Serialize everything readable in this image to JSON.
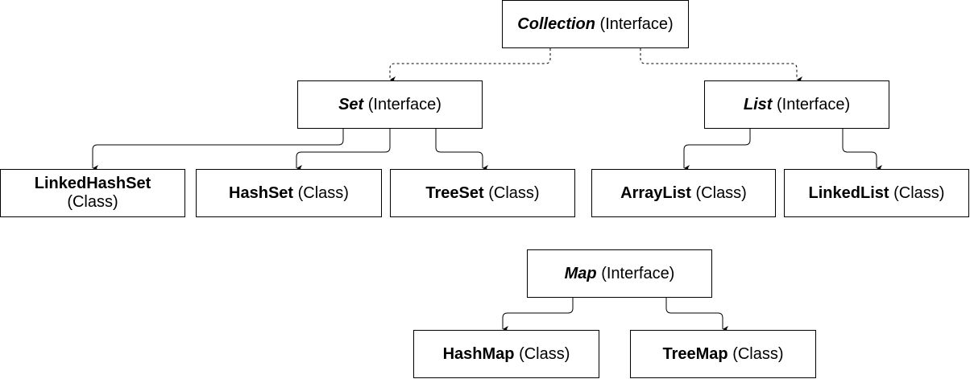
{
  "nodes": {
    "collection": {
      "name": "Collection",
      "kind": "(Interface)"
    },
    "set": {
      "name": "Set",
      "kind": "(Interface)"
    },
    "list": {
      "name": "List",
      "kind": "(Interface)"
    },
    "linked_hash_set": {
      "name": "LinkedHashSet",
      "kind": "(Class)"
    },
    "hash_set": {
      "name": "HashSet",
      "kind": "(Class)"
    },
    "tree_set": {
      "name": "TreeSet",
      "kind": "(Class)"
    },
    "array_list": {
      "name": "ArrayList",
      "kind": "(Class)"
    },
    "linked_list": {
      "name": "LinkedList",
      "kind": "(Class)"
    },
    "map": {
      "name": "Map",
      "kind": "(Interface)"
    },
    "hash_map": {
      "name": "HashMap",
      "kind": "(Class)"
    },
    "tree_map": {
      "name": "TreeMap",
      "kind": "(Class)"
    }
  },
  "edges": [
    {
      "from": "collection",
      "to": "set",
      "style": "dashed"
    },
    {
      "from": "collection",
      "to": "list",
      "style": "dashed"
    },
    {
      "from": "set",
      "to": "linked_hash_set",
      "style": "solid"
    },
    {
      "from": "set",
      "to": "hash_set",
      "style": "solid"
    },
    {
      "from": "set",
      "to": "tree_set",
      "style": "solid"
    },
    {
      "from": "list",
      "to": "array_list",
      "style": "solid"
    },
    {
      "from": "list",
      "to": "linked_list",
      "style": "solid"
    },
    {
      "from": "map",
      "to": "hash_map",
      "style": "solid"
    },
    {
      "from": "map",
      "to": "tree_map",
      "style": "solid"
    }
  ],
  "colors": {
    "stroke": "#000000",
    "fill": "#ffffff",
    "text": "#000000"
  }
}
